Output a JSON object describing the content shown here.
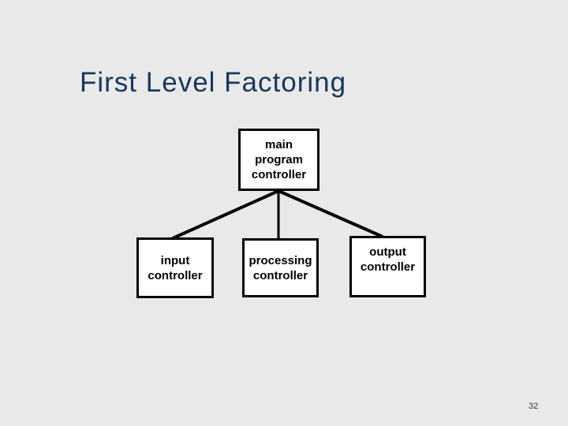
{
  "slide": {
    "title": "First Level Factoring",
    "page_number": "32"
  },
  "colors": {
    "background": "#E9E9E9",
    "title_text": "#17375E",
    "box_fill": "#FFFFFF",
    "box_border": "#000000",
    "box_text": "#000000",
    "connector": "#000000",
    "page_number_text": "#383838"
  },
  "diagram": {
    "type": "hierarchy",
    "root": {
      "name": "main-program-controller",
      "lines": [
        "main",
        "program",
        "controller"
      ]
    },
    "children": [
      {
        "name": "input-controller",
        "lines": [
          "input",
          "controller"
        ]
      },
      {
        "name": "processing-controller",
        "lines": [
          "processing",
          "controller"
        ]
      },
      {
        "name": "output-controller",
        "lines": [
          "output",
          "controller"
        ]
      }
    ]
  }
}
